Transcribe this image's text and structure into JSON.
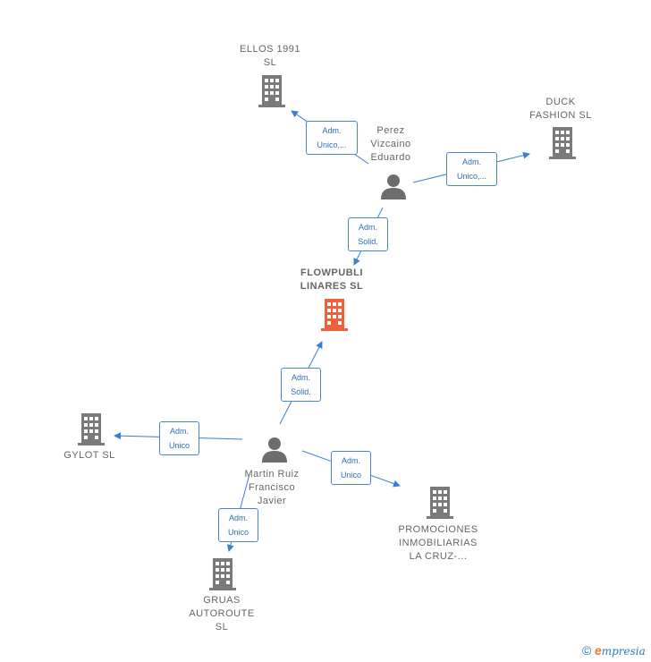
{
  "colors": {
    "company": "#7a7a7a",
    "focus": "#f0603a",
    "person": "#6d6d6d",
    "edge": "#3a7fd0"
  },
  "nodes": {
    "ellos": {
      "name": "ELLOS 1991\nSL",
      "icon": "building-icon"
    },
    "duck": {
      "name": "DUCK\nFASHION  SL",
      "icon": "building-icon"
    },
    "perez": {
      "name": "Perez\nVizcaino\nEduardo",
      "icon": "person-icon"
    },
    "flowpubli": {
      "name": "FLOWPUBLI\nLINARES  SL",
      "icon": "building-icon"
    },
    "gylot": {
      "name": "GYLOT  SL",
      "icon": "building-icon"
    },
    "martin": {
      "name": "Martin Ruiz\nFrancisco\nJavier",
      "icon": "person-icon"
    },
    "promociones": {
      "name": "PROMOCIONES\nINMOBILIARIAS\nLA CRUZ-...",
      "icon": "building-icon"
    },
    "gruas": {
      "name": "GRUAS\nAUTOROUTE\nSL",
      "icon": "building-icon"
    }
  },
  "edges": {
    "perez_ellos": "Adm.\nUnico,...",
    "perez_duck": "Adm.\nUnico,...",
    "perez_flowpubli": "Adm.\nSolid.",
    "martin_flowpubli": "Adm.\nSolid.",
    "martin_gylot": "Adm.\nUnico",
    "martin_promociones": "Adm.\nUnico",
    "martin_gruas": "Adm.\nUnico"
  },
  "watermark": {
    "symbol": "©",
    "initial": "e",
    "brand": "mpresia"
  }
}
